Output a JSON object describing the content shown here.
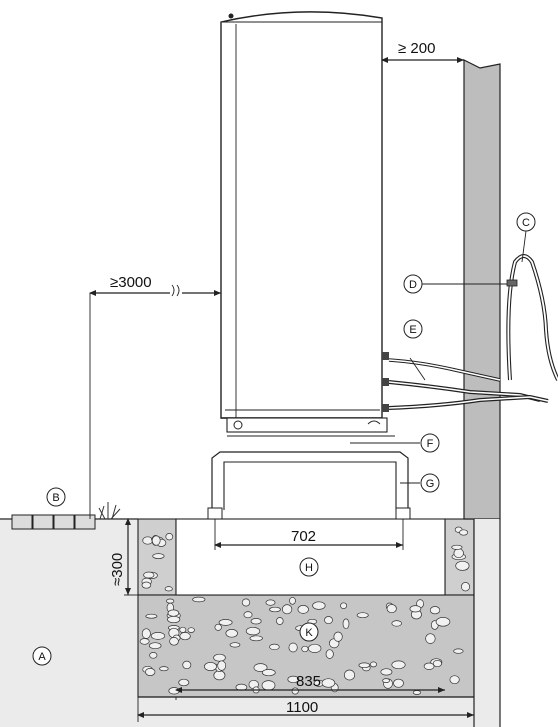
{
  "dimensions": {
    "wall_clearance": "≥ 200",
    "front_clearance": "≥3000",
    "depth": "≈300",
    "base_width": "702",
    "gravel_width": "835",
    "pit_width": "1100"
  },
  "callouts": {
    "A": "A",
    "B": "B",
    "C": "C",
    "D": "D",
    "E": "E",
    "F": "F",
    "G": "G",
    "H": "H",
    "K": "K"
  },
  "colors": {
    "ground": "#ebebeb",
    "wall": "#b9b9b9",
    "gravel": "#c9c9c9",
    "unit": "#ffffff",
    "line": "#222222"
  }
}
